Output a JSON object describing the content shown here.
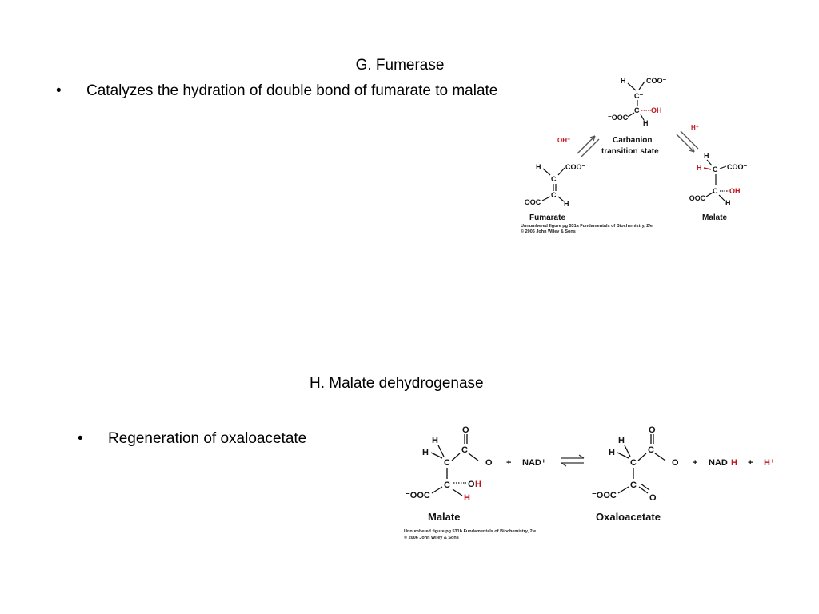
{
  "section_g": {
    "heading": "G.  Fumerase",
    "bullet_symbol": "•",
    "bullet": "Catalyzes the hydration of double bond of fumarate to malate"
  },
  "section_h": {
    "heading": "H.  Malate dehydrogenase",
    "bullet_symbol": "•",
    "bullet": "Regeneration of oxaloacetate"
  },
  "figure1": {
    "labels": {
      "carbanion": "Carbanion",
      "transition": "transition state",
      "fumarate": "Fumarate",
      "malate": "Malate",
      "oh_minus": "OH⁻",
      "h_plus": "H⁺"
    },
    "atoms": {
      "H": "H",
      "C": "C",
      "COO": "COO⁻",
      "OOC": "⁻OOC",
      "OH": "OH",
      "C_minus": "C⁻"
    },
    "caption_line1": "Unnumbered figure pg 531a  Fundamentals of Biochemistry, 2/e",
    "caption_line2": "© 2006 John Wiley & Sons"
  },
  "figure2": {
    "labels": {
      "malate": "Malate",
      "oxaloacetate": "Oxaloacetate",
      "plus": "+",
      "nad_plus": "NAD⁺",
      "nad": "NAD",
      "h": "H",
      "h_plus": "H⁺",
      "o_minus": "O⁻",
      "o": "O",
      "c": "C",
      "ooc": "⁻OOC",
      "oh_o": "O",
      "oh_h": "H"
    },
    "caption_line1": "Unnumbered figure pg 531b  Fundamentals of Biochemistry, 2/e",
    "caption_line2": "© 2006 John Wiley & Sons"
  },
  "colors": {
    "accent_red": "#c0141c",
    "text": "#000000"
  }
}
